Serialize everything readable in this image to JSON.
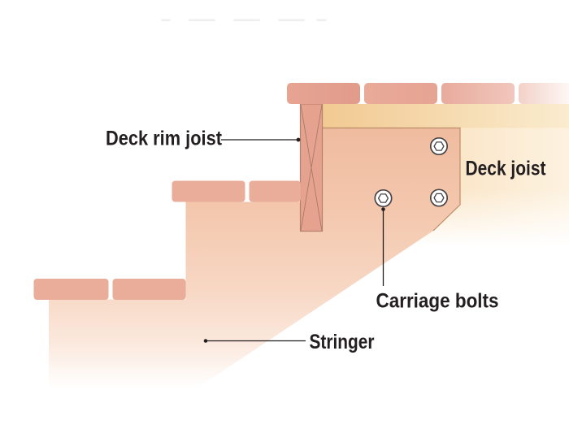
{
  "diagram": {
    "step_count": 3,
    "bolt_count": 3,
    "deck_board_count": 4
  },
  "labels": {
    "deck_rim_joist": "Deck rim joist",
    "deck_joist": "Deck joist",
    "carriage_bolts": "Carriage bolts",
    "stringer": "Stringer"
  },
  "colors": {
    "background": "#ffffff",
    "tread": "#e9ad9a",
    "deck_board": "#e7a493",
    "rim_joist": "#e5a28f",
    "wood_outline": "#b7806b",
    "stringer_top": "#efbb9f",
    "deck_joist_band": "#f2c992",
    "deck_joist_face": "#f9e0ba",
    "plate_outline": "#bd8c68",
    "bolt_stroke": "#474346",
    "label_text": "#231f20"
  }
}
